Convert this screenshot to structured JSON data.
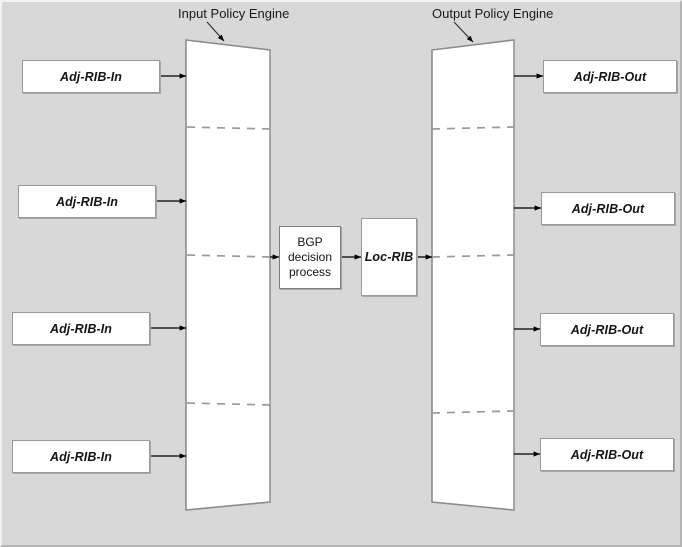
{
  "diagram": {
    "title_input_engine": "Input Policy Engine",
    "title_output_engine": "Output Policy Engine",
    "colors": {
      "canvas_background": "#d8d8d8",
      "shape_fill": "#ffffff",
      "shape_stroke": "#8c8c8c",
      "connector": "#000000",
      "divider_dashed": "#9a9a9a",
      "text": "#151515"
    },
    "inputs": [
      {
        "label": "Adj-RIB-In"
      },
      {
        "label": "Adj-RIB-In"
      },
      {
        "label": "Adj-RIB-In"
      },
      {
        "label": "Adj-RIB-In"
      }
    ],
    "outputs": [
      {
        "label": "Adj-RIB-Out"
      },
      {
        "label": "Adj-RIB-Out"
      },
      {
        "label": "Adj-RIB-Out"
      },
      {
        "label": "Adj-RIB-Out"
      }
    ],
    "decision_process": {
      "line1": "BGP",
      "line2": "decision",
      "line3": "process"
    },
    "loc_rib": {
      "label": "Loc-RIB"
    }
  }
}
